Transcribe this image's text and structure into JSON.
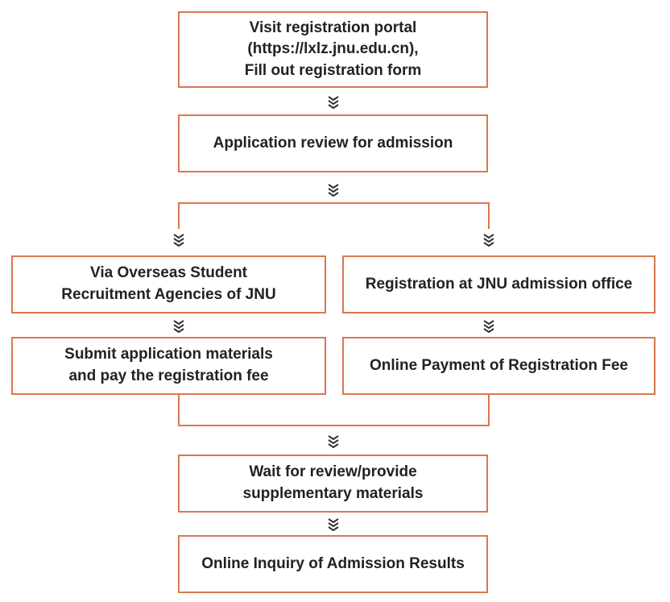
{
  "colors": {
    "box_border": "#D9784E",
    "connector": "#D9784E",
    "chevron": "#333333",
    "text": "#222222"
  },
  "icons": {
    "connector_arrow": "triple-chevron-down-icon"
  },
  "steps": {
    "visit_portal": {
      "lines": [
        "Visit registration portal",
        "(https://lxlz.jnu.edu.cn),",
        "Fill out registration form"
      ]
    },
    "application_review": {
      "lines": [
        "Application review for admission"
      ]
    },
    "via_agencies": {
      "lines": [
        "Via Overseas Student",
        "Recruitment Agencies of JNU"
      ]
    },
    "registration_office": {
      "lines": [
        "Registration at JNU admission office"
      ]
    },
    "submit_materials": {
      "lines": [
        "Submit application materials",
        "and pay the registration fee"
      ]
    },
    "online_payment": {
      "lines": [
        "Online Payment of Registration Fee"
      ]
    },
    "wait_review": {
      "lines": [
        "Wait for review/provide",
        "supplementary materials"
      ]
    },
    "online_inquiry": {
      "lines": [
        "Online Inquiry of Admission Results"
      ]
    }
  }
}
